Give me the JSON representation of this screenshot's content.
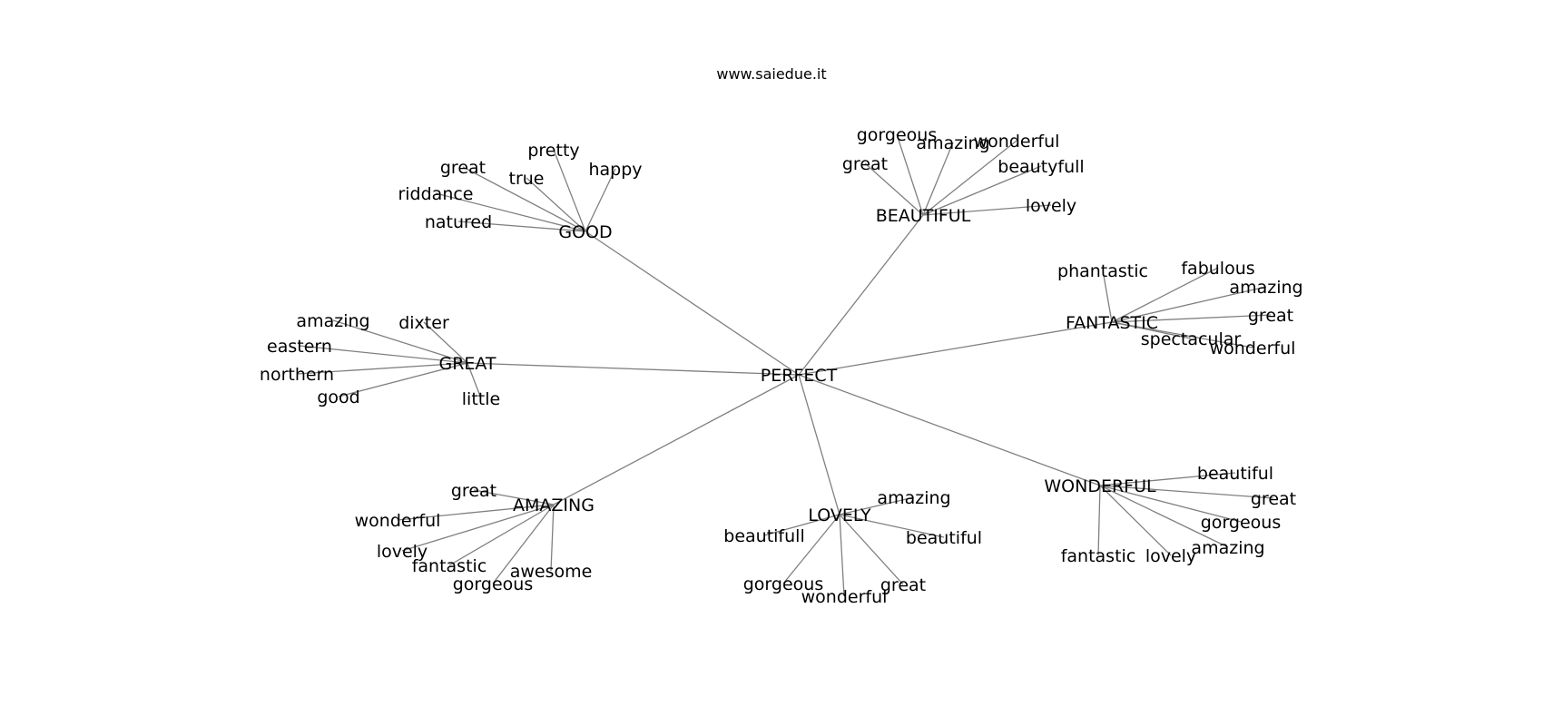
{
  "title": "www.saiedue.it",
  "colors": {
    "edge": "#808080",
    "text": "#000000",
    "background": "#ffffff"
  },
  "graph": {
    "root": "PERFECT",
    "hubs": [
      {
        "label": "GOOD",
        "leaves": [
          "pretty",
          "happy",
          "great",
          "true",
          "riddance",
          "natured"
        ]
      },
      {
        "label": "BEAUTIFUL",
        "leaves": [
          "gorgeous",
          "amazing",
          "wonderful",
          "great",
          "beautyfull",
          "lovely"
        ]
      },
      {
        "label": "FANTASTIC",
        "leaves": [
          "phantastic",
          "fabulous",
          "amazing",
          "great",
          "spectacular",
          "wonderful"
        ]
      },
      {
        "label": "GREAT",
        "leaves": [
          "amazing",
          "dixter",
          "eastern",
          "northern",
          "good",
          "little"
        ]
      },
      {
        "label": "AMAZING",
        "leaves": [
          "great",
          "wonderful",
          "lovely",
          "fantastic",
          "gorgeous",
          "awesome"
        ]
      },
      {
        "label": "LOVELY",
        "leaves": [
          "amazing",
          "beautifull",
          "beautiful",
          "gorgeous",
          "wonderful",
          "great"
        ]
      },
      {
        "label": "WONDERFUL",
        "leaves": [
          "beautiful",
          "great",
          "gorgeous",
          "amazing",
          "fantastic",
          "lovely"
        ]
      }
    ]
  }
}
